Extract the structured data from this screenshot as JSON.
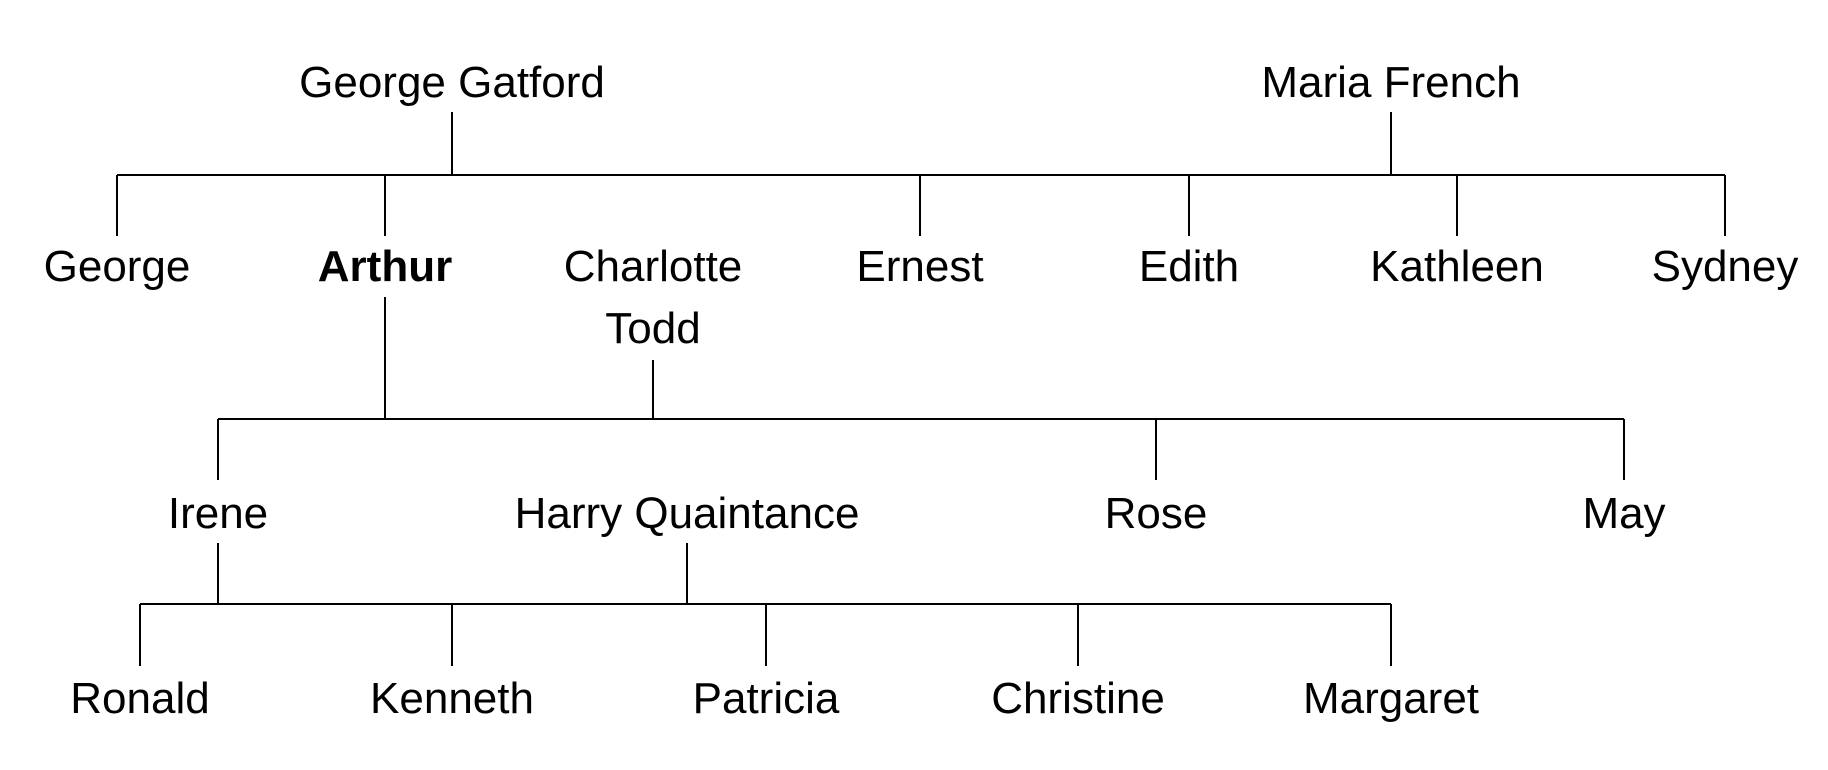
{
  "grandparents": {
    "father": "George Gatford",
    "mother": "Maria French"
  },
  "children": {
    "george": "George",
    "arthur": "Arthur",
    "charlotte_line1": "Charlotte",
    "charlotte_line2": "Todd",
    "ernest": "Ernest",
    "edith": "Edith",
    "kathleen": "Kathleen",
    "sydney": "Sydney"
  },
  "grandchildren": {
    "irene": "Irene",
    "harry": "Harry Quaintance",
    "rose": "Rose",
    "may": "May"
  },
  "great_grandchildren": {
    "ronald": "Ronald",
    "kenneth": "Kenneth",
    "patricia": "Patricia",
    "christine": "Christine",
    "margaret": "Margaret"
  },
  "colors": {
    "line": "#000000",
    "text": "#000000",
    "background": "#ffffff"
  }
}
